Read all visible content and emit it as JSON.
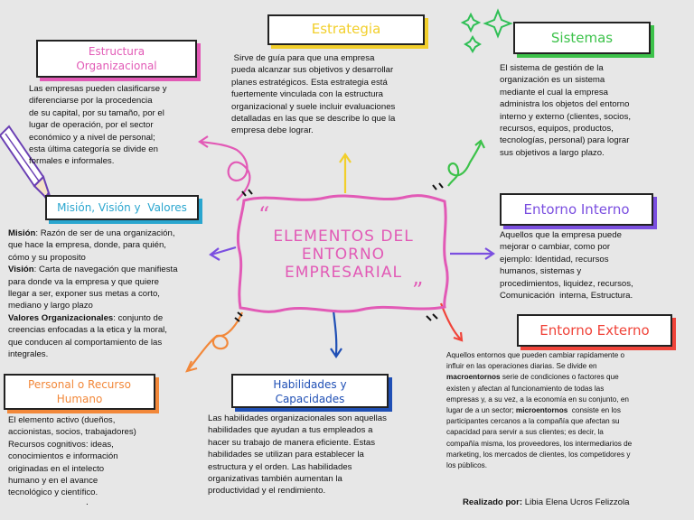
{
  "center": {
    "line1": "ELEMENTOS DEL",
    "line2": "ENTORNO",
    "line3": "EMPRESARIAL",
    "open_quote": "“",
    "close_quote": "”"
  },
  "estructura": {
    "title_line1": "Estructura",
    "title_line2": "Organizacional",
    "color": "#e25ab6",
    "lines": [
      "Las empresas pueden clasificarse y",
      "diferenciarse por la procedencia",
      "de su capital, por su tamaño, por el",
      "lugar de operación, por el sector",
      "económico y a nivel de personal;",
      "esta última categoría se divide en",
      "formales e informales."
    ]
  },
  "estrategia": {
    "title": "Estrategia",
    "color": "#f2cf2b",
    "lines": [
      " Sirve de guía para que una empresa",
      "pueda alcanzar sus objetivos y desarrollar",
      "planes estratégicos. Esta estrategia está",
      "fuertemente vinculada con la estructura",
      "organizacional y suele incluir evaluaciones",
      "detalladas en las que se describe lo que la",
      "empresa debe lograr."
    ]
  },
  "sistemas": {
    "title": "Sistemas",
    "color": "#3cc24a",
    "lines": [
      "El sistema de gestión de la",
      "organización es un sistema",
      "mediante el cual la empresa",
      "administra los objetos del entorno",
      "interno y externo (clientes, socios,",
      "recursos, equipos, productos,",
      "tecnologías, personal) para lograr",
      "sus objetivos a largo plazo."
    ]
  },
  "mision": {
    "title": "Misión, Visión y  Valores",
    "color": "#2aa6cf",
    "mision_label": "Misión",
    "mision_text_1": ": Razón de ser de una organización,",
    "mision_lines": [
      "que hace la empresa, donde, para quién,",
      "cómo y su proposito"
    ],
    "vision_label": "Visión",
    "vision_text_1": ": Carta de navegación que manifiesta",
    "vision_lines": [
      "para donde va la empresa y que quiere",
      "llegar a ser, exponer sus metas a corto,",
      "mediano y largo plazo"
    ],
    "valores_label": "Valores Organizacionales",
    "valores_text_1": ": conjunto de",
    "valores_lines": [
      "creencias enfocadas a la etica y la moral,",
      "que conducen al comportamiento de las",
      "integrales."
    ]
  },
  "entorno_interno": {
    "title": "Entorno Interno",
    "color": "#7b4fe0",
    "lines": [
      "Aquellos que la empresa puede",
      "mejorar o cambiar, como por",
      "ejemplo: Identidad, recursos",
      "humanos, sistemas y",
      "procedimientos, liquidez, recursos,",
      "Comunicación  interna, Estructura."
    ]
  },
  "entorno_externo": {
    "title": "Entorno Externo",
    "color": "#f0443a",
    "line1": "Aquellos entornos que pueden cambiar rapidamente o",
    "line2": "influir en las operaciones diarias. Se divide en",
    "macro_label": "macroentornos",
    "line3_rest": " serie de condiciones o factores que",
    "line4": "existen y afectan al funcionamiento de todas las",
    "line5": "empresas y, a su vez, a la economía en su conjunto, en",
    "line6_start": "lugar de a un sector; ",
    "micro_label": "microentornos",
    "line6_rest": "  consiste en los",
    "rest_lines": [
      "participantes cercanos a la compañía que afectan su",
      "capacidad para servir a sus clientes; es decir, la",
      "compañía misma, los proveedores, los intermediarios de",
      "marketing, los mercados de clientes, los competidores y",
      "los públicos."
    ]
  },
  "personal": {
    "title_line1": "Personal o Recurso",
    "title_line2": "Humano",
    "color": "#f2883a",
    "lines": [
      "El elemento activo (dueños,",
      "accionistas, socios, trabajadores)",
      "Recursos cognitivos: ideas,",
      "conocimientos e información",
      "originadas en el intelecto",
      "humano y en el avance",
      "tecnológico y científico."
    ],
    "trailing_dot": "."
  },
  "habilidades": {
    "title_line1": "Habilidades y",
    "title_line2": "Capacidades",
    "color": "#1f4fb5",
    "lines": [
      "Las habilidades organizacionales son aquellas",
      "habilidades que ayudan a tus empleados a",
      "hacer su trabajo de manera eficiente. Estas",
      "habilidades se utilizan para establecer la",
      "estructura y el orden. Las habilidades",
      "organizativas también aumentan la",
      "productividad y el rendimiento."
    ]
  },
  "credits": {
    "label": "Realizado por:",
    "name": " Libia Elena Ucros Felizzola"
  },
  "center_color": "#e25ab6"
}
